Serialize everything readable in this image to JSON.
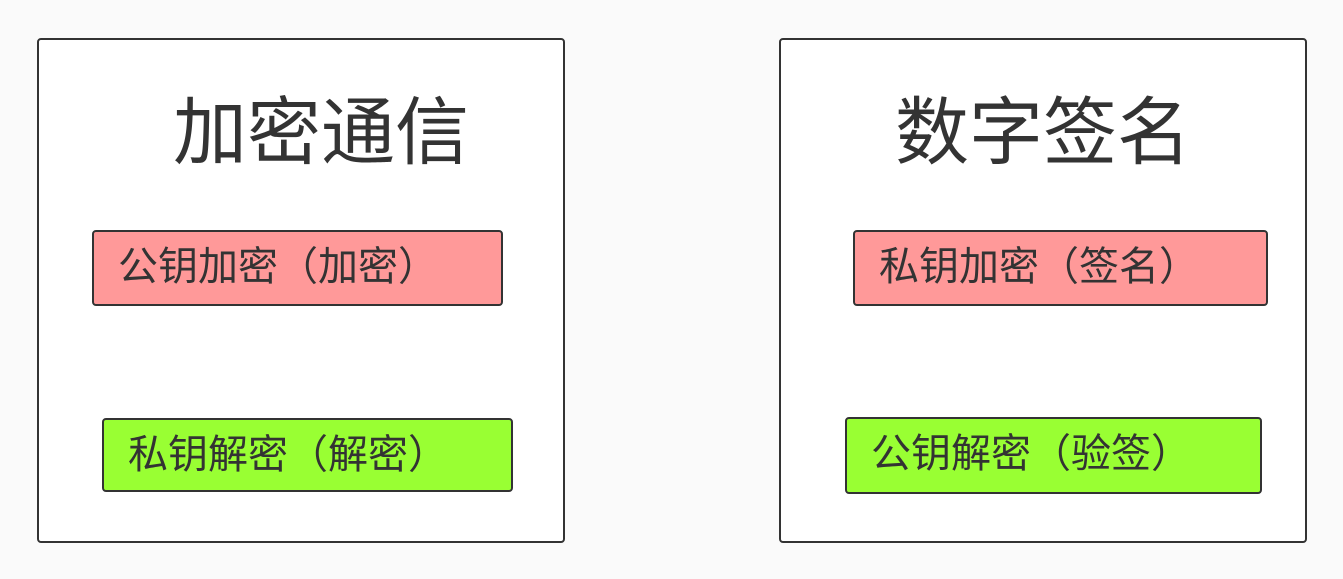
{
  "colors": {
    "pink": "#ff9999",
    "green": "#99ff33",
    "border": "#333333"
  },
  "panels": [
    {
      "title": "加密通信",
      "top_box": "公钥加密（加密）",
      "bottom_box": "私钥解密（解密）"
    },
    {
      "title": "数字签名",
      "top_box": "私钥加密（签名）",
      "bottom_box": "公钥解密（验签）"
    }
  ]
}
